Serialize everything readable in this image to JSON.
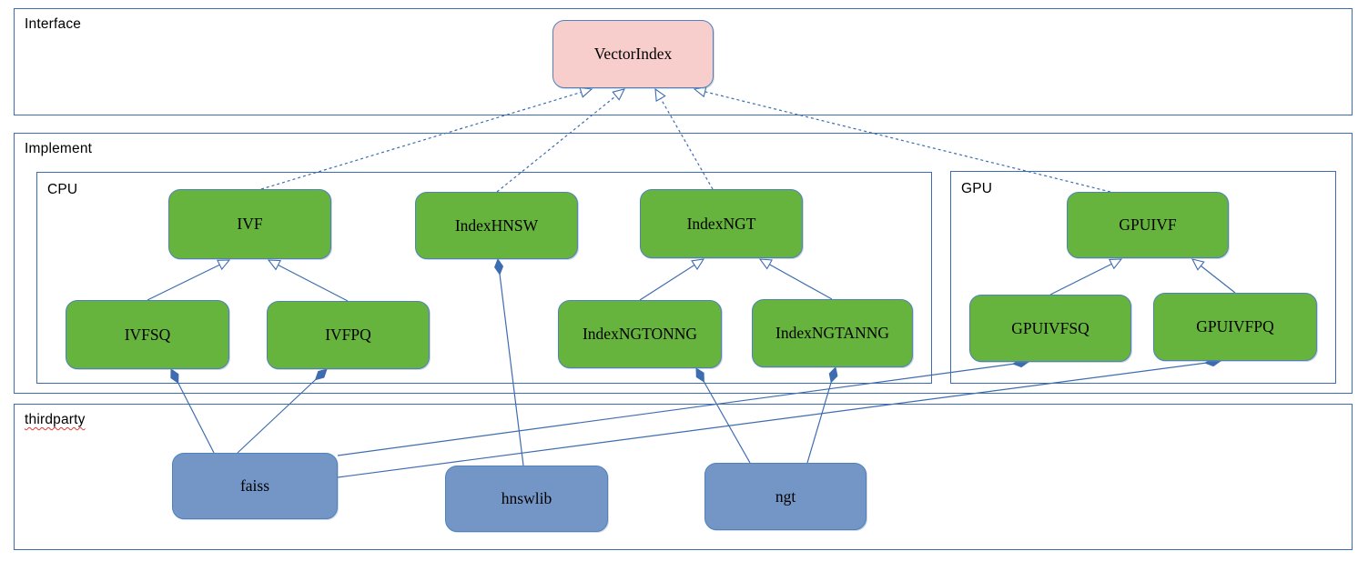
{
  "diagram": {
    "containers": {
      "interface": {
        "label": "Interface"
      },
      "implement": {
        "label": "Implement"
      },
      "cpu": {
        "label": "CPU"
      },
      "gpu": {
        "label": "GPU"
      },
      "thirdparty": {
        "label": "thirdparty"
      }
    },
    "nodes": {
      "vectorindex": {
        "label": "VectorIndex",
        "kind": "interface"
      },
      "ivf": {
        "label": "IVF",
        "kind": "class"
      },
      "indexhnsw": {
        "label": "IndexHNSW",
        "kind": "class"
      },
      "indexngt": {
        "label": "IndexNGT",
        "kind": "class"
      },
      "gpuivf": {
        "label": "GPUIVF",
        "kind": "class"
      },
      "ivfsq": {
        "label": "IVFSQ",
        "kind": "class"
      },
      "ivfpq": {
        "label": "IVFPQ",
        "kind": "class"
      },
      "indexngtonng": {
        "label": "IndexNGTONNG",
        "kind": "class"
      },
      "indexngtanng": {
        "label": "IndexNGTANNG",
        "kind": "class"
      },
      "gpuivfsq": {
        "label": "GPUIVFSQ",
        "kind": "class"
      },
      "gpuivfpq": {
        "label": "GPUIVFPQ",
        "kind": "class"
      },
      "faiss": {
        "label": "faiss",
        "kind": "library"
      },
      "hnswlib": {
        "label": "hnswlib",
        "kind": "library"
      },
      "ngt": {
        "label": "ngt",
        "kind": "library"
      }
    },
    "edges": [
      {
        "from": "IVF",
        "to": "VectorIndex",
        "type": "realization"
      },
      {
        "from": "IndexHNSW",
        "to": "VectorIndex",
        "type": "realization"
      },
      {
        "from": "IndexNGT",
        "to": "VectorIndex",
        "type": "realization"
      },
      {
        "from": "GPUIVF",
        "to": "VectorIndex",
        "type": "realization"
      },
      {
        "from": "IVFSQ",
        "to": "IVF",
        "type": "generalization"
      },
      {
        "from": "IVFPQ",
        "to": "IVF",
        "type": "generalization"
      },
      {
        "from": "IndexNGTONNG",
        "to": "IndexNGT",
        "type": "generalization"
      },
      {
        "from": "IndexNGTANNG",
        "to": "IndexNGT",
        "type": "generalization"
      },
      {
        "from": "GPUIVFSQ",
        "to": "GPUIVF",
        "type": "generalization"
      },
      {
        "from": "GPUIVFPQ",
        "to": "GPUIVF",
        "type": "generalization"
      },
      {
        "from": "IVFSQ",
        "to": "faiss",
        "type": "composition"
      },
      {
        "from": "IVFPQ",
        "to": "faiss",
        "type": "composition"
      },
      {
        "from": "GPUIVFSQ",
        "to": "faiss",
        "type": "composition"
      },
      {
        "from": "GPUIVFPQ",
        "to": "faiss",
        "type": "composition"
      },
      {
        "from": "IndexHNSW",
        "to": "hnswlib",
        "type": "composition"
      },
      {
        "from": "IndexNGTONNG",
        "to": "ngt",
        "type": "composition"
      },
      {
        "from": "IndexNGTANNG",
        "to": "ngt",
        "type": "composition"
      }
    ],
    "colors": {
      "class_fill": "#66b43e",
      "interface_fill": "#f8cecd",
      "library_fill": "#7396c6",
      "node_border": "#4f81bd",
      "line": "#3e6cb0",
      "container_border": "#3e6cb0",
      "text": "#000000",
      "spellcheck_underline": "#e03a3a"
    }
  }
}
